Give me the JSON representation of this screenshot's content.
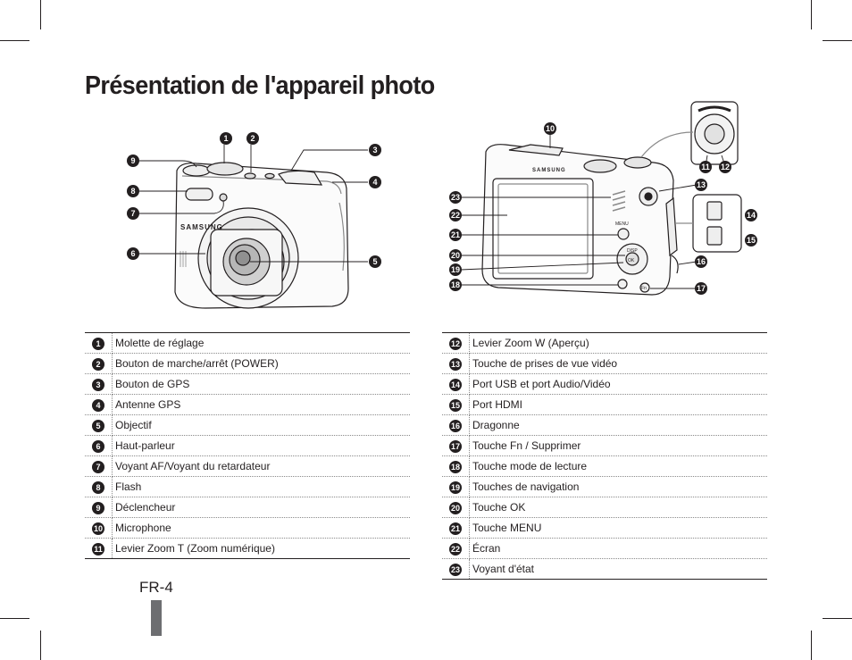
{
  "title": "Présentation de l'appareil photo",
  "brand": "SAMSUNG",
  "front_markers": [
    "1",
    "2",
    "3",
    "4",
    "5",
    "6",
    "7",
    "8",
    "9"
  ],
  "back_markers": [
    "10",
    "11",
    "12",
    "13",
    "14",
    "15",
    "16",
    "17",
    "18",
    "19",
    "20",
    "21",
    "22",
    "23"
  ],
  "back_button_labels": {
    "menu": "MENU",
    "disp": "DISP",
    "ok": "OK",
    "fn": "Fn"
  },
  "legend_left": [
    {
      "num": "1",
      "label": "Molette de réglage"
    },
    {
      "num": "2",
      "label": "Bouton de marche/arrêt (POWER)"
    },
    {
      "num": "3",
      "label": "Bouton de GPS"
    },
    {
      "num": "4",
      "label": "Antenne GPS"
    },
    {
      "num": "5",
      "label": "Objectif"
    },
    {
      "num": "6",
      "label": "Haut-parleur"
    },
    {
      "num": "7",
      "label": "Voyant AF/Voyant du retardateur"
    },
    {
      "num": "8",
      "label": "Flash"
    },
    {
      "num": "9",
      "label": "Déclencheur"
    },
    {
      "num": "10",
      "label": "Microphone"
    },
    {
      "num": "11",
      "label": "Levier Zoom T (Zoom numérique)"
    }
  ],
  "legend_right": [
    {
      "num": "12",
      "label": "Levier Zoom W (Aperçu)"
    },
    {
      "num": "13",
      "label": "Touche de prises de vue vidéo"
    },
    {
      "num": "14",
      "label": "Port USB et port Audio/Vidéo"
    },
    {
      "num": "15",
      "label": "Port HDMI"
    },
    {
      "num": "16",
      "label": "Dragonne"
    },
    {
      "num": "17",
      "label": "Touche Fn / Supprimer"
    },
    {
      "num": "18",
      "label": "Touche mode de lecture"
    },
    {
      "num": "19",
      "label": "Touches de navigation"
    },
    {
      "num": "20",
      "label": "Touche OK"
    },
    {
      "num": "21",
      "label": "Touche MENU"
    },
    {
      "num": "22",
      "label": "Écran"
    },
    {
      "num": "23",
      "label": "Voyant d'état"
    }
  ],
  "page_number": "FR-4",
  "colors": {
    "ink": "#231f20",
    "tab": "#6d6e71"
  }
}
